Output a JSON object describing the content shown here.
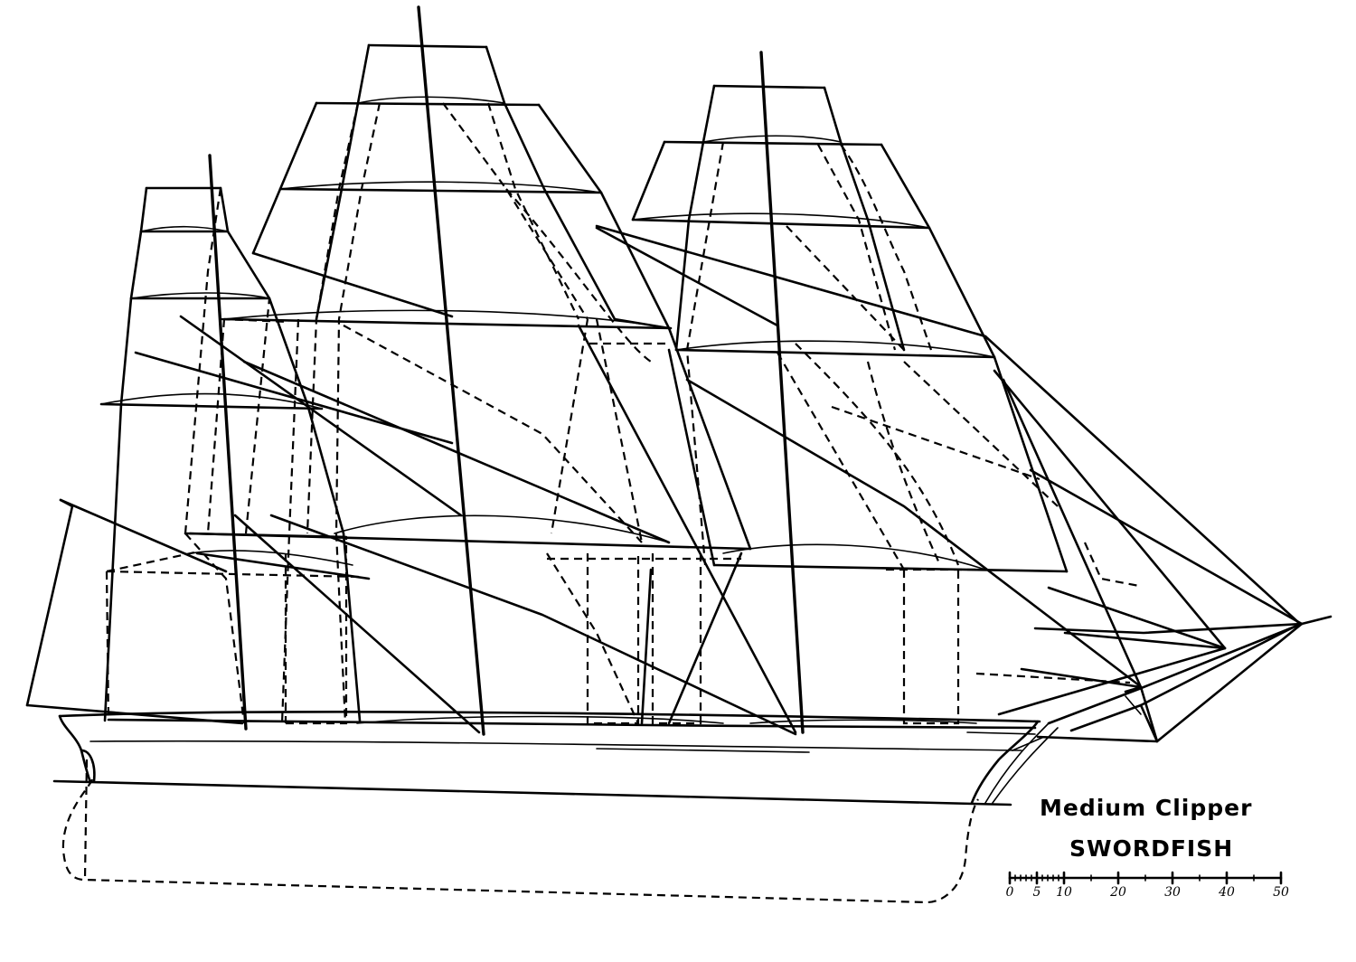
{
  "title": {
    "line1": "Medium Clipper",
    "line2": "SWORDFISH"
  },
  "scale": {
    "labels": [
      "0",
      "5",
      "10",
      "20",
      "30",
      "40",
      "50"
    ],
    "values": [
      0,
      5,
      10,
      20,
      30,
      40,
      50
    ]
  }
}
